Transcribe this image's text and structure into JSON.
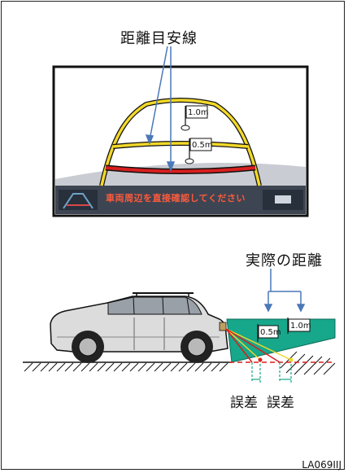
{
  "labels": {
    "distance_guide_lines": "距離目安線",
    "actual_distance": "実際の距離",
    "error_1": "誤差",
    "error_2": "誤差",
    "code": "LA069IIJ"
  },
  "screen": {
    "flag_far": "1.0m",
    "flag_near": "0.5m",
    "warning_text": "車両周辺を直接確認してください"
  },
  "ground": {
    "flag_near": "0.5m",
    "flag_far": "1.0m"
  },
  "colors": {
    "guide_yellow": "#f2d82a",
    "guide_red": "#d81f1f",
    "slope_green": "#17a78b",
    "warning_orange": "#ff5a3c",
    "arrow_blue": "#4a78b8"
  }
}
